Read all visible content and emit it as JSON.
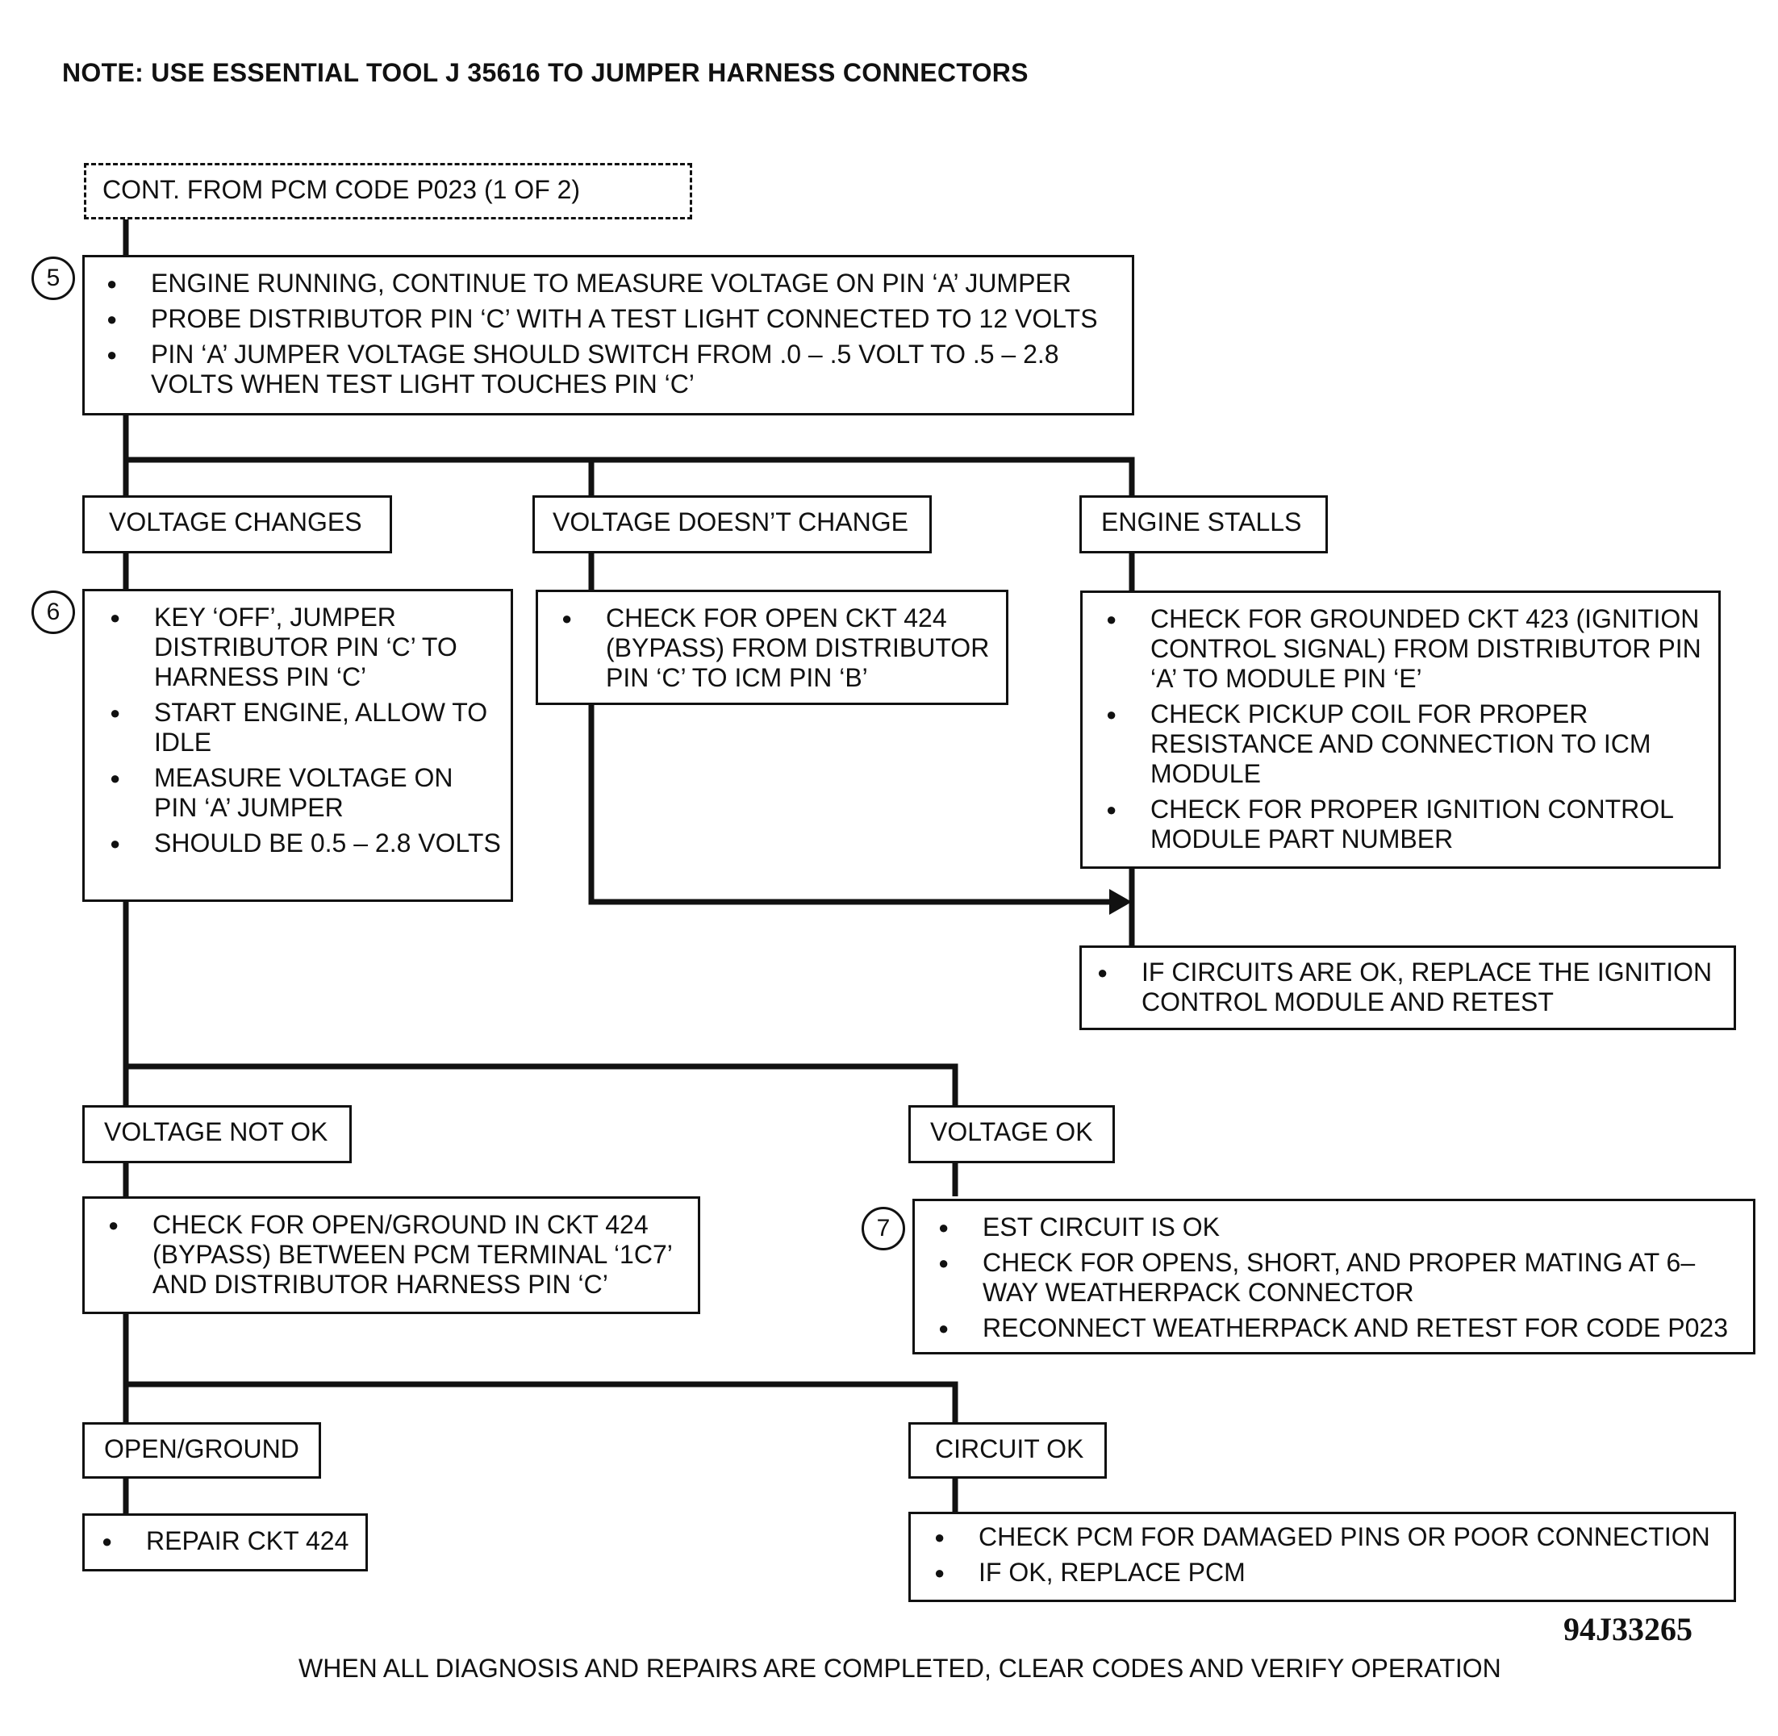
{
  "note": "NOTE:  USE ESSENTIAL TOOL J  35616 TO JUMPER HARNESS CONNECTORS",
  "start_box": "CONT. FROM PCM CODE P023 (1 OF 2)",
  "step5": {
    "badge": "5",
    "bullets": [
      "ENGINE RUNNING, CONTINUE TO MEASURE VOLTAGE ON PIN ‘A’ JUMPER",
      "PROBE DISTRIBUTOR PIN ‘C’ WITH A TEST LIGHT CONNECTED TO 12 VOLTS",
      "PIN ‘A’ JUMPER VOLTAGE SHOULD SWITCH FROM .0 – .5 VOLT TO .5 – 2.8 VOLTS WHEN TEST LIGHT TOUCHES PIN ‘C’"
    ]
  },
  "branch1": {
    "voltage_changes": "VOLTAGE CHANGES",
    "voltage_doesnt_change": "VOLTAGE DOESN’T CHANGE",
    "engine_stalls": "ENGINE STALLS"
  },
  "step6": {
    "badge": "6",
    "bullets": [
      "KEY ‘OFF’, JUMPER DISTRIBUTOR PIN ‘C’ TO HARNESS PIN ‘C’",
      "START ENGINE, ALLOW TO IDLE",
      "MEASURE VOLTAGE ON PIN ‘A’ JUMPER",
      "SHOULD BE 0.5 – 2.8 VOLTS"
    ]
  },
  "open_ckt": {
    "bullets": [
      "CHECK FOR OPEN CKT 424 (BYPASS) FROM DISTRIBUTOR PIN ‘C’ TO ICM PIN ‘B’"
    ]
  },
  "grounded_ckt": {
    "bullets": [
      "CHECK FOR GROUNDED CKT 423 (IGNITION CONTROL SIGNAL) FROM DISTRIBUTOR PIN ‘A’ TO MODULE PIN ‘E’",
      "CHECK PICKUP COIL FOR PROPER RESISTANCE AND CONNECTION TO ICM MODULE",
      "CHECK FOR PROPER IGNITION CONTROL MODULE PART NUMBER"
    ]
  },
  "replace_icm": {
    "bullets": [
      "IF CIRCUITS ARE OK, REPLACE THE IGNITION CONTROL MODULE AND RETEST"
    ]
  },
  "branch2": {
    "voltage_not_ok": "VOLTAGE NOT OK",
    "voltage_ok": "VOLTAGE OK"
  },
  "check_open_ground": {
    "bullets": [
      "CHECK FOR OPEN/GROUND IN CKT 424 (BYPASS) BETWEEN PCM TERMINAL ‘1C7’ AND DISTRIBUTOR HARNESS PIN ‘C’"
    ]
  },
  "step7": {
    "badge": "7",
    "bullets": [
      "EST CIRCUIT IS OK",
      "CHECK FOR OPENS, SHORT, AND PROPER MATING AT 6–WAY WEATHERPACK CONNECTOR",
      "RECONNECT WEATHERPACK AND RETEST FOR CODE P023"
    ]
  },
  "branch3": {
    "open_ground": "OPEN/GROUND",
    "circuit_ok": "CIRCUIT OK"
  },
  "repair": {
    "bullets": [
      "REPAIR CKT 424"
    ]
  },
  "check_pcm": {
    "bullets": [
      "CHECK PCM FOR DAMAGED PINS OR POOR CONNECTION",
      "IF OK,  REPLACE PCM"
    ]
  },
  "figure_id": "94J33265",
  "footer": "WHEN ALL DIAGNOSIS AND REPAIRS ARE COMPLETED, CLEAR CODES AND VERIFY OPERATION"
}
